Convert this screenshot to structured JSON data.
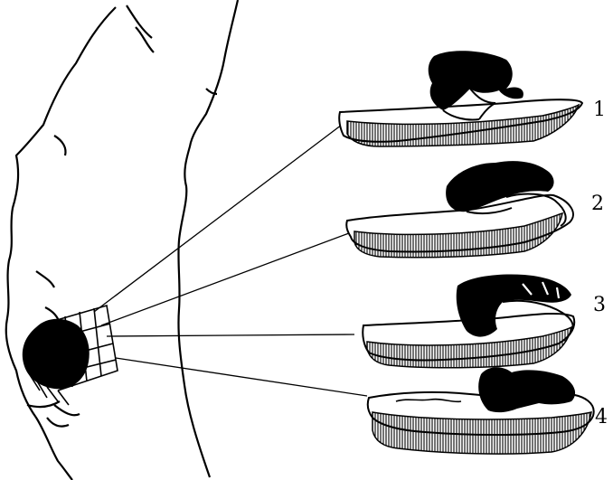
{
  "figure": {
    "ink_color": "#000000",
    "paper_color": "#ffffff",
    "sections": [
      {
        "label": "1"
      },
      {
        "label": "2"
      },
      {
        "label": "3"
      },
      {
        "label": "4"
      }
    ]
  }
}
